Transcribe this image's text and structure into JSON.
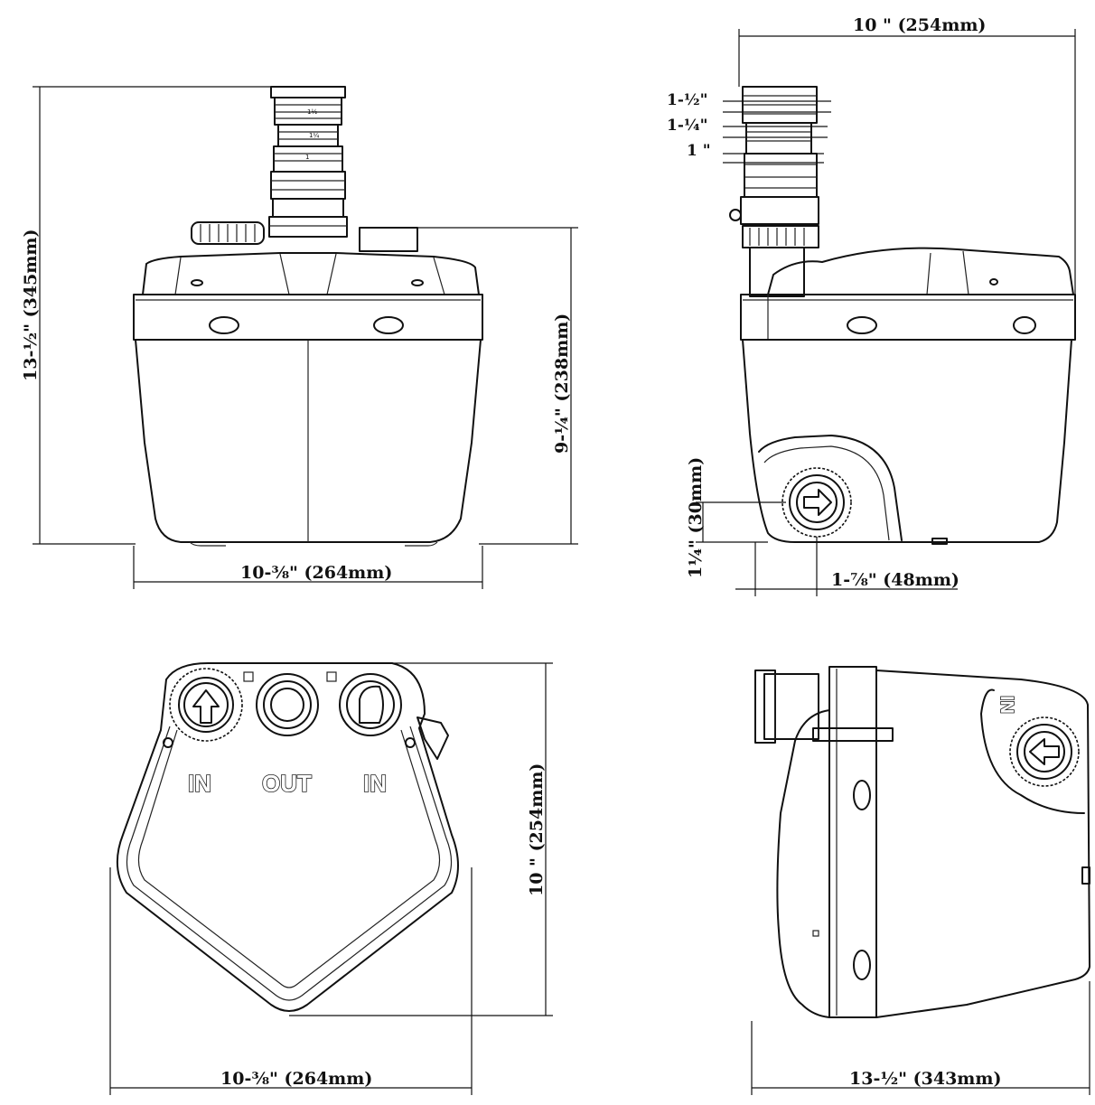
{
  "dimensions": {
    "front_total_height": "13-½\" (345mm)",
    "front_body_height": "9-¼\" (238mm)",
    "front_width": "10-⅜\" (264mm)",
    "side_width": "10 \" (254mm)",
    "side_pipe_1": "1-½\"",
    "side_pipe_2": "1-¼\"",
    "side_pipe_3": "1 \"",
    "side_inlet_height": "1¼\" (30mm)",
    "side_inlet_offset": "1-⅞\" (48mm)",
    "top_depth": "10 \" (254mm)",
    "top_width": "10-⅜\" (264mm)",
    "back_length": "13-½\" (343mm)"
  },
  "ports": {
    "in_left": "IN",
    "out": "OUT",
    "in_right": "IN",
    "side_label": "IN"
  }
}
